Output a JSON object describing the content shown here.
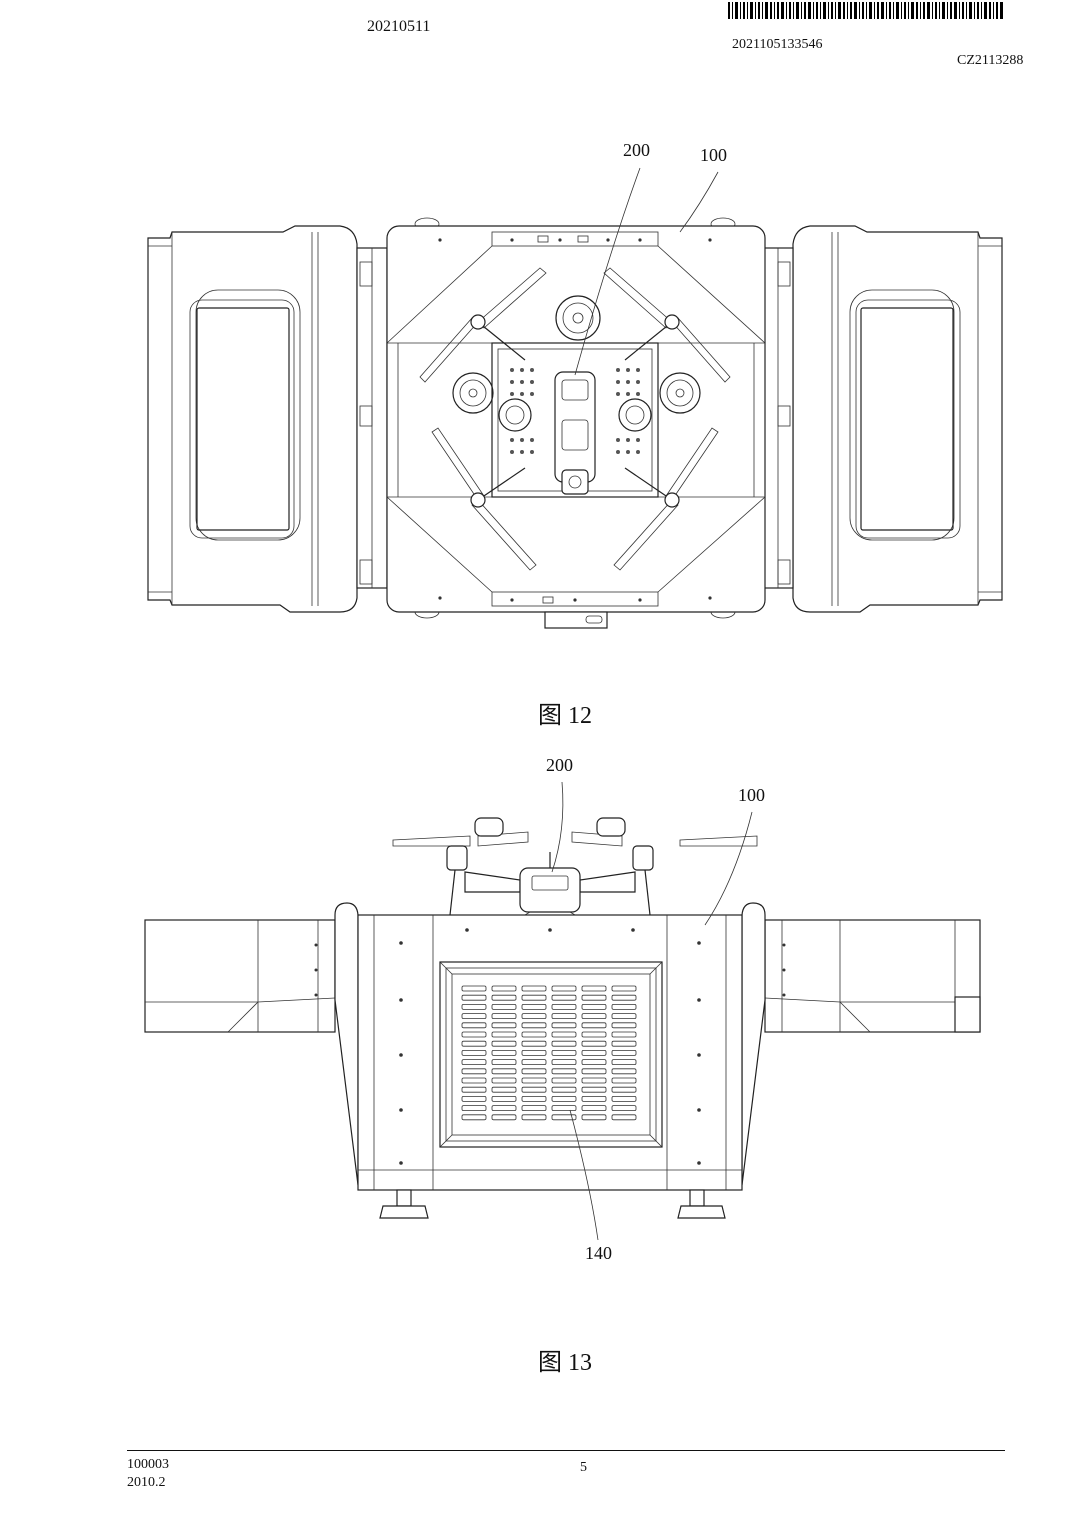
{
  "header": {
    "date": "20210511",
    "application_number": "2021105133546",
    "doc_code": "CZ2113288"
  },
  "figure12": {
    "caption": "图 12",
    "labels": {
      "drone": "200",
      "station": "100"
    }
  },
  "figure13": {
    "caption": "图 13",
    "labels": {
      "drone": "200",
      "station": "100",
      "vent": "140"
    }
  },
  "footer": {
    "form_number": "100003",
    "form_date": "2010.2",
    "page_number": "5"
  }
}
